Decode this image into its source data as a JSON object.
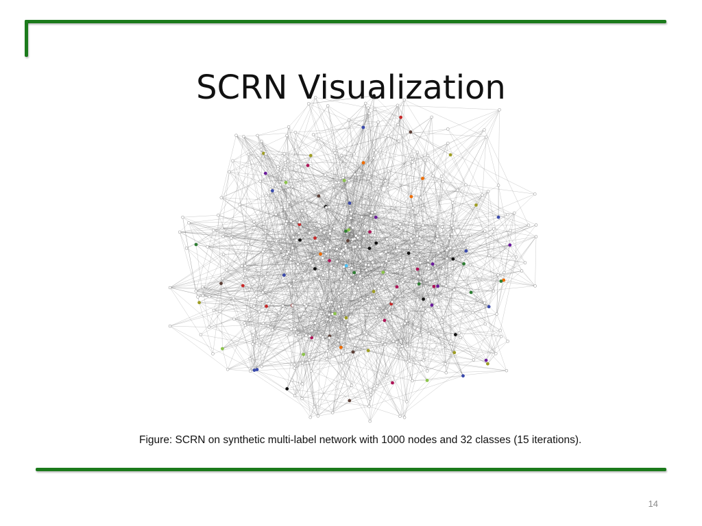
{
  "slide": {
    "title": "SCRN Visualization",
    "caption": "Figure: SCRN on synthetic multi-label network with 1000 nodes and 32 classes (15 iterations).",
    "page_number": "14"
  },
  "colors": {
    "accent_rule": "#1b7a1b",
    "edge": "#6f6f6f",
    "node_default": "#ffffff",
    "node_stroke": "#8c8c8c",
    "class_palette": [
      "#111111",
      "#c62828",
      "#2e7d32",
      "#1565c0",
      "#6a1b9a",
      "#ef6c00",
      "#ad1457",
      "#8bc34a",
      "#4fc3f7",
      "#9e9d24",
      "#5d4037",
      "#3949ab"
    ]
  },
  "network": {
    "nodes": 1000,
    "classes": 32,
    "iterations": 15
  }
}
